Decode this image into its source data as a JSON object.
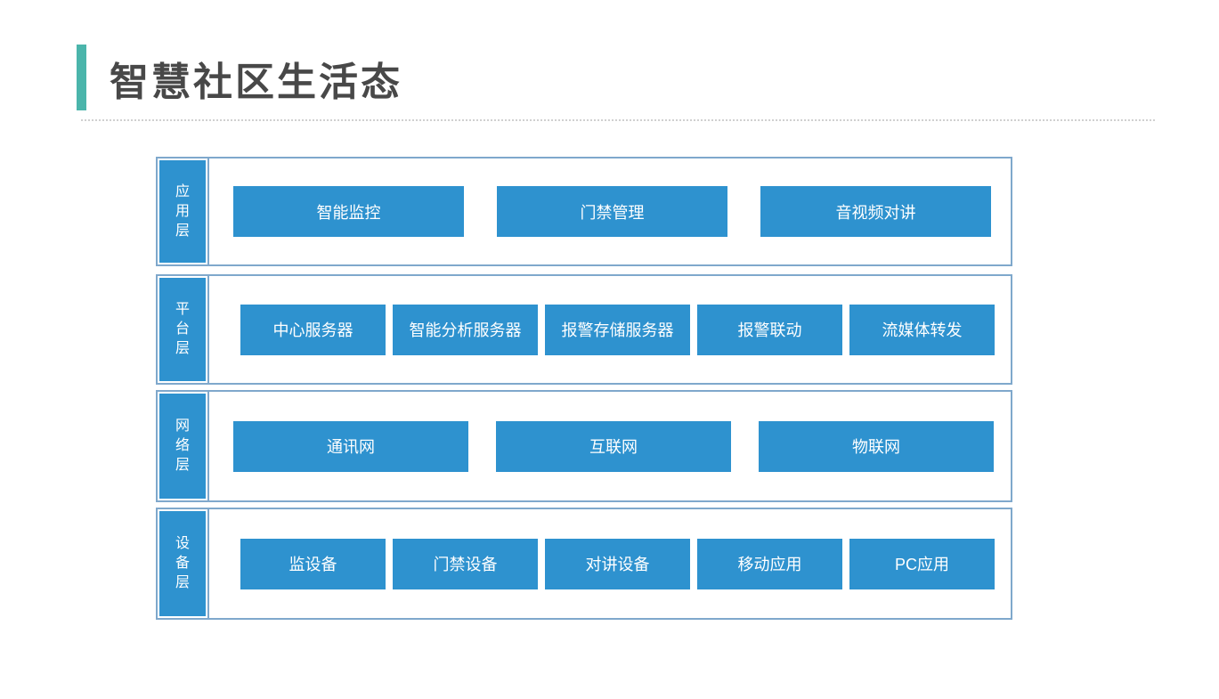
{
  "slide": {
    "title": "智慧社区生活态"
  },
  "colors": {
    "accent_teal": "#4BB5AB",
    "shape_blue": "#2E92CF",
    "frame_border_blue": "#7FA8CC",
    "title_gray": "#484848",
    "node_text_white": "#FFFFFF"
  },
  "diagram": {
    "layers": [
      {
        "label": "应用层",
        "items": [
          "智能监控",
          "门禁管理",
          "音视频对讲"
        ]
      },
      {
        "label": "平台层",
        "items": [
          "中心服务器",
          "智能分析服务器",
          "报警存储服务器",
          "报警联动",
          "流媒体转发"
        ]
      },
      {
        "label": "网络层",
        "items": [
          "通讯网",
          "互联网",
          "物联网"
        ]
      },
      {
        "label": "设备层",
        "items": [
          "监设备",
          "门禁设备",
          "对讲设备",
          "移动应用",
          "PC应用"
        ]
      }
    ]
  }
}
